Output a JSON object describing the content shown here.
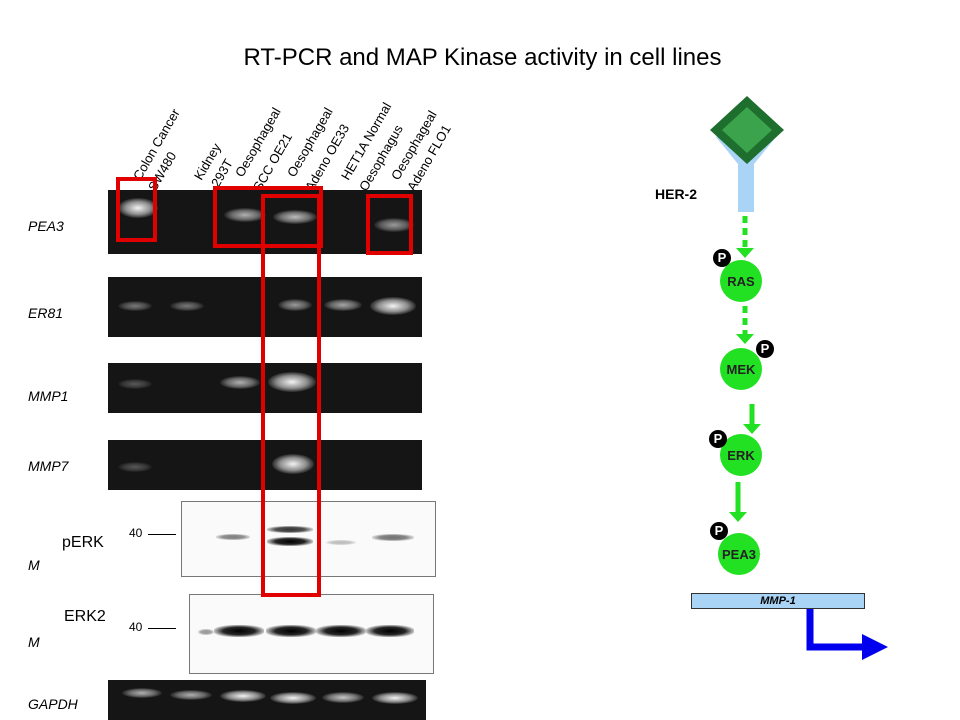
{
  "title": "RT-PCR and MAP Kinase activity in cell lines",
  "lanes": [
    {
      "line1": "Colon Cancer",
      "line2": "SW480"
    },
    {
      "line1": "Kidney",
      "line2": "293T"
    },
    {
      "line1": "Oesophageal",
      "line2": "SCC OE21"
    },
    {
      "line1": "Oesophageal",
      "line2": "Adeno OE33"
    },
    {
      "line1": "HET1A Normal",
      "line2": "Oesophagus"
    },
    {
      "line1": "Oesophageal",
      "line2": "Adeno FLO1"
    }
  ],
  "rows": {
    "pea3": "PEA3",
    "er81": "ER81",
    "mmp1": "MMP1",
    "mmp7": "MMP7",
    "m1": "M",
    "m2": "M",
    "gapdh": "GAPDH"
  },
  "blots": {
    "perk": {
      "label": "pERK",
      "marker": "40"
    },
    "erk2": {
      "label": "ERK2",
      "marker": "40"
    }
  },
  "pathway": {
    "receptor": "HER-2",
    "nodes": [
      "RAS",
      "MEK",
      "ERK",
      "PEA3"
    ],
    "phospho": "P",
    "gene": "MMP-1"
  },
  "colors": {
    "highlight": "#e00000",
    "node": "#22e022",
    "arrow_green": "#22e022",
    "receptor": "#a9d4f5",
    "ligand": "#2e8b3e",
    "transcription_arrow": "#0000ee"
  }
}
